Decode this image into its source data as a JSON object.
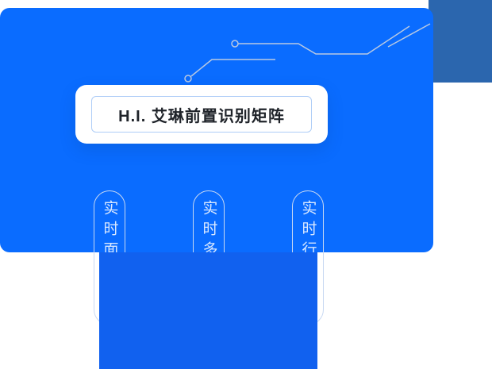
{
  "hero": {
    "title": "H.I. 艾琳前置识别矩阵"
  },
  "pillars": [
    {
      "label": "实时面"
    },
    {
      "label": "实时多"
    },
    {
      "label": "实时行"
    }
  ],
  "colors": {
    "primary_blue": "#0a6cff",
    "panel_blue": "#1161ef",
    "dark_blue": "#2b66ae",
    "card_bg": "#ffffff",
    "title_text": "#1f2329",
    "title_box_border": "#aecdf7",
    "pill_border": "#c7d8f2",
    "pill_text": "#d9e8ff",
    "circuit_line": "#b9c9e2"
  }
}
